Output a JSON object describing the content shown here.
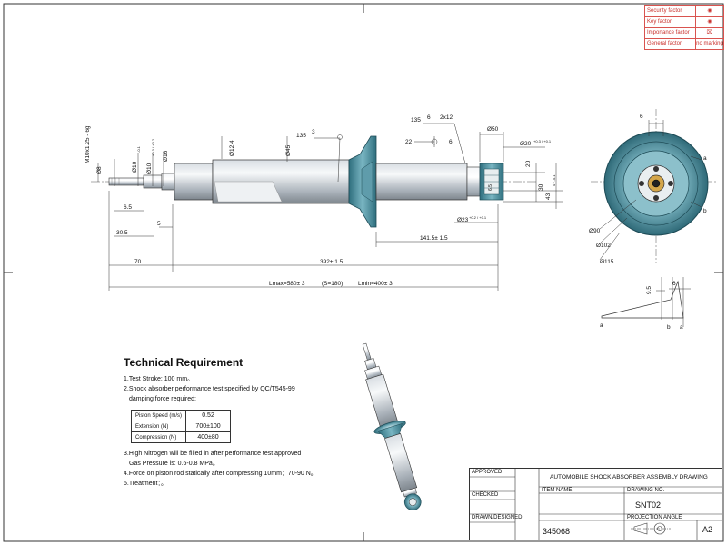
{
  "legend": {
    "items": [
      {
        "label": "Security factor",
        "symbol": "seal"
      },
      {
        "label": "Key factor",
        "symbol": "seal"
      },
      {
        "label": "Importance factor",
        "symbol": "cross-box"
      },
      {
        "label": "General factor",
        "symbol": "no marking"
      }
    ]
  },
  "dims": {
    "thread": "M10x1.25 - 6g",
    "d8": "Ø8",
    "d10": "Ø10",
    "tol10a": "-0.1",
    "d10b": "Ø10",
    "tol10b": "+0.3 / +0.2",
    "d16": "Ø16",
    "d124": "Ø12.4",
    "d45": "Ø45",
    "d50": "Ø50",
    "d20": "Ø20",
    "tol20": "+0.3 / +0.1",
    "v20": "20",
    "v30": "30",
    "v43": "43",
    "tol43": "0 / -0.1",
    "v65r": "6.5",
    "d23": "Ø23",
    "tol23": "+0.2 / +0.1",
    "v65": "6.5",
    "v5": "5",
    "v305": "30.5",
    "v1415": "141.5± 1.5",
    "v70": "70",
    "v392": "392± 1.5",
    "lmax": "Lmax=580± 3",
    "stroke": "(S=180)",
    "lmin": "Lmin=400± 3",
    "sym135a": "135",
    "sym3": "3",
    "sym135b": "135",
    "sym6": "6",
    "sym2x12": "2x12",
    "sym22": "22",
    "sym6b": "6"
  },
  "end_view": {
    "d90": "Ø90",
    "d102": "Ø102",
    "d115": "Ø115",
    "v6": "6",
    "a": "a",
    "b": "b"
  },
  "detail": {
    "v95": "9.5",
    "v6": "6",
    "a1": "a",
    "b": "b",
    "a2": "a"
  },
  "tech": {
    "title": "Technical Requirement",
    "l1": "1.Test Stroke: 100 mm。",
    "l2": "2.Shock absorber performance test specified by QC/T545-99",
    "l2b": "damping force required:",
    "table": [
      {
        "label": "Piston Speed (m/s)",
        "value": "0.52"
      },
      {
        "label": "Extension (N)",
        "value": "700±100"
      },
      {
        "label": "Compression (N)",
        "value": "400±80"
      }
    ],
    "l3": "3.High Nitrogen will be filled in after performance test approved",
    "l3b": "Gas Pressure is: 0.6-0.8 MPa。",
    "l4": "4.Force on piston rod statically after compressing 10mm：70-90 N。",
    "l5": "5.Treatment：。"
  },
  "titleblock": {
    "approved": "APPROVED",
    "checked": "CHECKED",
    "drawn": "DRAWN/DESIGNED",
    "title": "AUTOMOBILE SHOCK ABSORBER ASSEMBLY DRAWING",
    "item_name": "ITEM NAME",
    "drawing_no": "DRAWING NO.",
    "drawing_no_value": "SNT02",
    "projection": "PROJECTION ANGLE",
    "number": "345068",
    "size": "A2"
  }
}
